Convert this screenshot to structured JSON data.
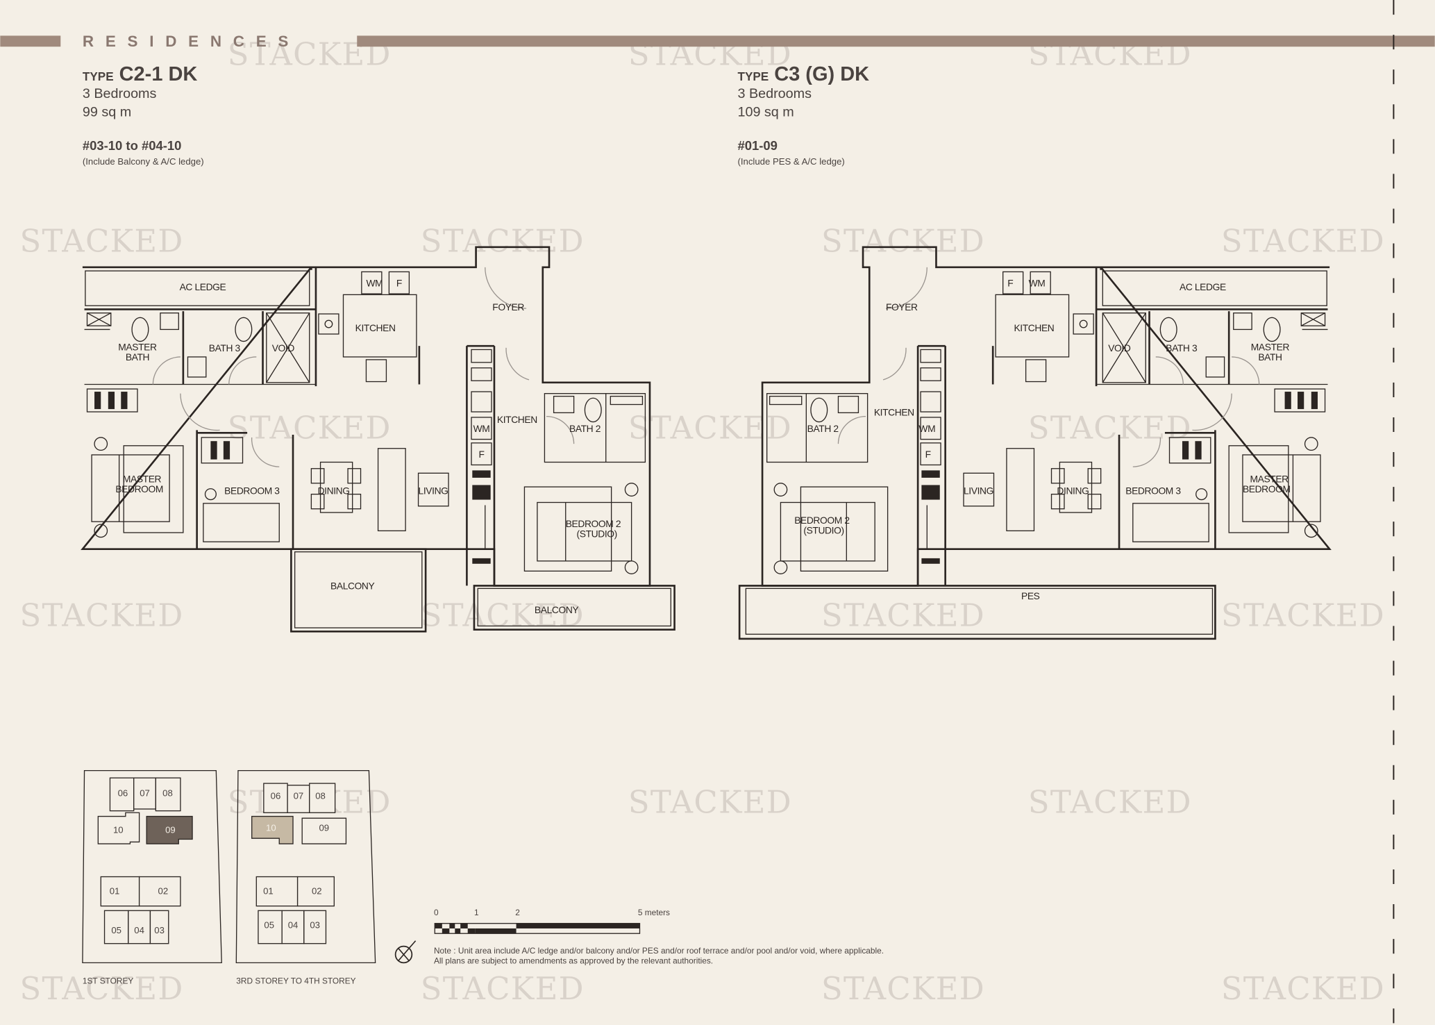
{
  "header": {
    "section_title": "R E S I D E N C E S",
    "bar_color": "#a08a7d"
  },
  "watermark": "STACKED",
  "units": [
    {
      "type_prefix": "TYPE",
      "type_name": "C2-1 DK",
      "bedrooms": "3 Bedrooms",
      "area": "99 sq m",
      "unit_numbers": "#03-10 to #04-10",
      "inclusion": "(Include Balcony & A/C ledge)",
      "rooms": {
        "ac_ledge": "AC LEDGE",
        "master_bath": [
          "MASTER",
          "BATH"
        ],
        "bath3": "BATH 3",
        "void": "VOID",
        "kitchen": "KITCHEN",
        "foyer": "FOYER",
        "wm": "WM",
        "fridge": "F",
        "kitchen2": "KITCHEN",
        "wm2": "WM",
        "fridge2": "F",
        "bath2": "BATH 2",
        "master_bedroom": [
          "MASTER",
          "BEDROOM"
        ],
        "bedroom3": "BEDROOM 3",
        "dining": "DINING",
        "living": "LIVING",
        "bedroom2": [
          "BEDROOM 2",
          "(STUDIO)"
        ],
        "balcony_1": "BALCONY",
        "balcony_2": "BALCONY"
      }
    },
    {
      "type_prefix": "TYPE",
      "type_name": "C3 (G) DK",
      "bedrooms": "3 Bedrooms",
      "area": "109 sq m",
      "unit_numbers": "#01-09",
      "inclusion": "(Include PES & A/C ledge)",
      "rooms": {
        "ac_ledge": "AC LEDGE",
        "master_bath": [
          "MASTER",
          "BATH"
        ],
        "bath3": "BATH 3",
        "void": "VOID",
        "kitchen": "KITCHEN",
        "foyer": "FOYER",
        "wm": "WM",
        "fridge": "F",
        "kitchen2": "KITCHEN",
        "wm2": "WM",
        "fridge2": "F",
        "bath2": "BATH 2",
        "master_bedroom": [
          "MASTER",
          "BEDROOM"
        ],
        "bedroom3": "BEDROOM 3",
        "dining": "DINING",
        "living": "LIVING",
        "bedroom2": [
          "BEDROOM 2",
          "(STUDIO)"
        ],
        "pes": "PES"
      }
    }
  ],
  "key_plans": [
    {
      "caption": "1ST STOREY",
      "units": [
        "06",
        "07",
        "08",
        "10",
        "09",
        "01",
        "02",
        "05",
        "04",
        "03"
      ],
      "highlight": "09",
      "highlight_color": "#6e6259"
    },
    {
      "caption": "3RD STOREY TO 4TH STOREY",
      "units": [
        "06",
        "07",
        "08",
        "10",
        "09",
        "01",
        "02",
        "05",
        "04",
        "03"
      ],
      "highlight": "10",
      "highlight_color": "#c6b9a4"
    }
  ],
  "scale_bar": {
    "ticks": [
      "0",
      "1",
      "2",
      "5 meters"
    ]
  },
  "notes": [
    "Note : Unit area include A/C ledge and/or balcony and/or PES and/or roof terrace and/or pool and/or void, where applicable.",
    "All plans are subject to amendments as approved by the relevant authorities."
  ]
}
